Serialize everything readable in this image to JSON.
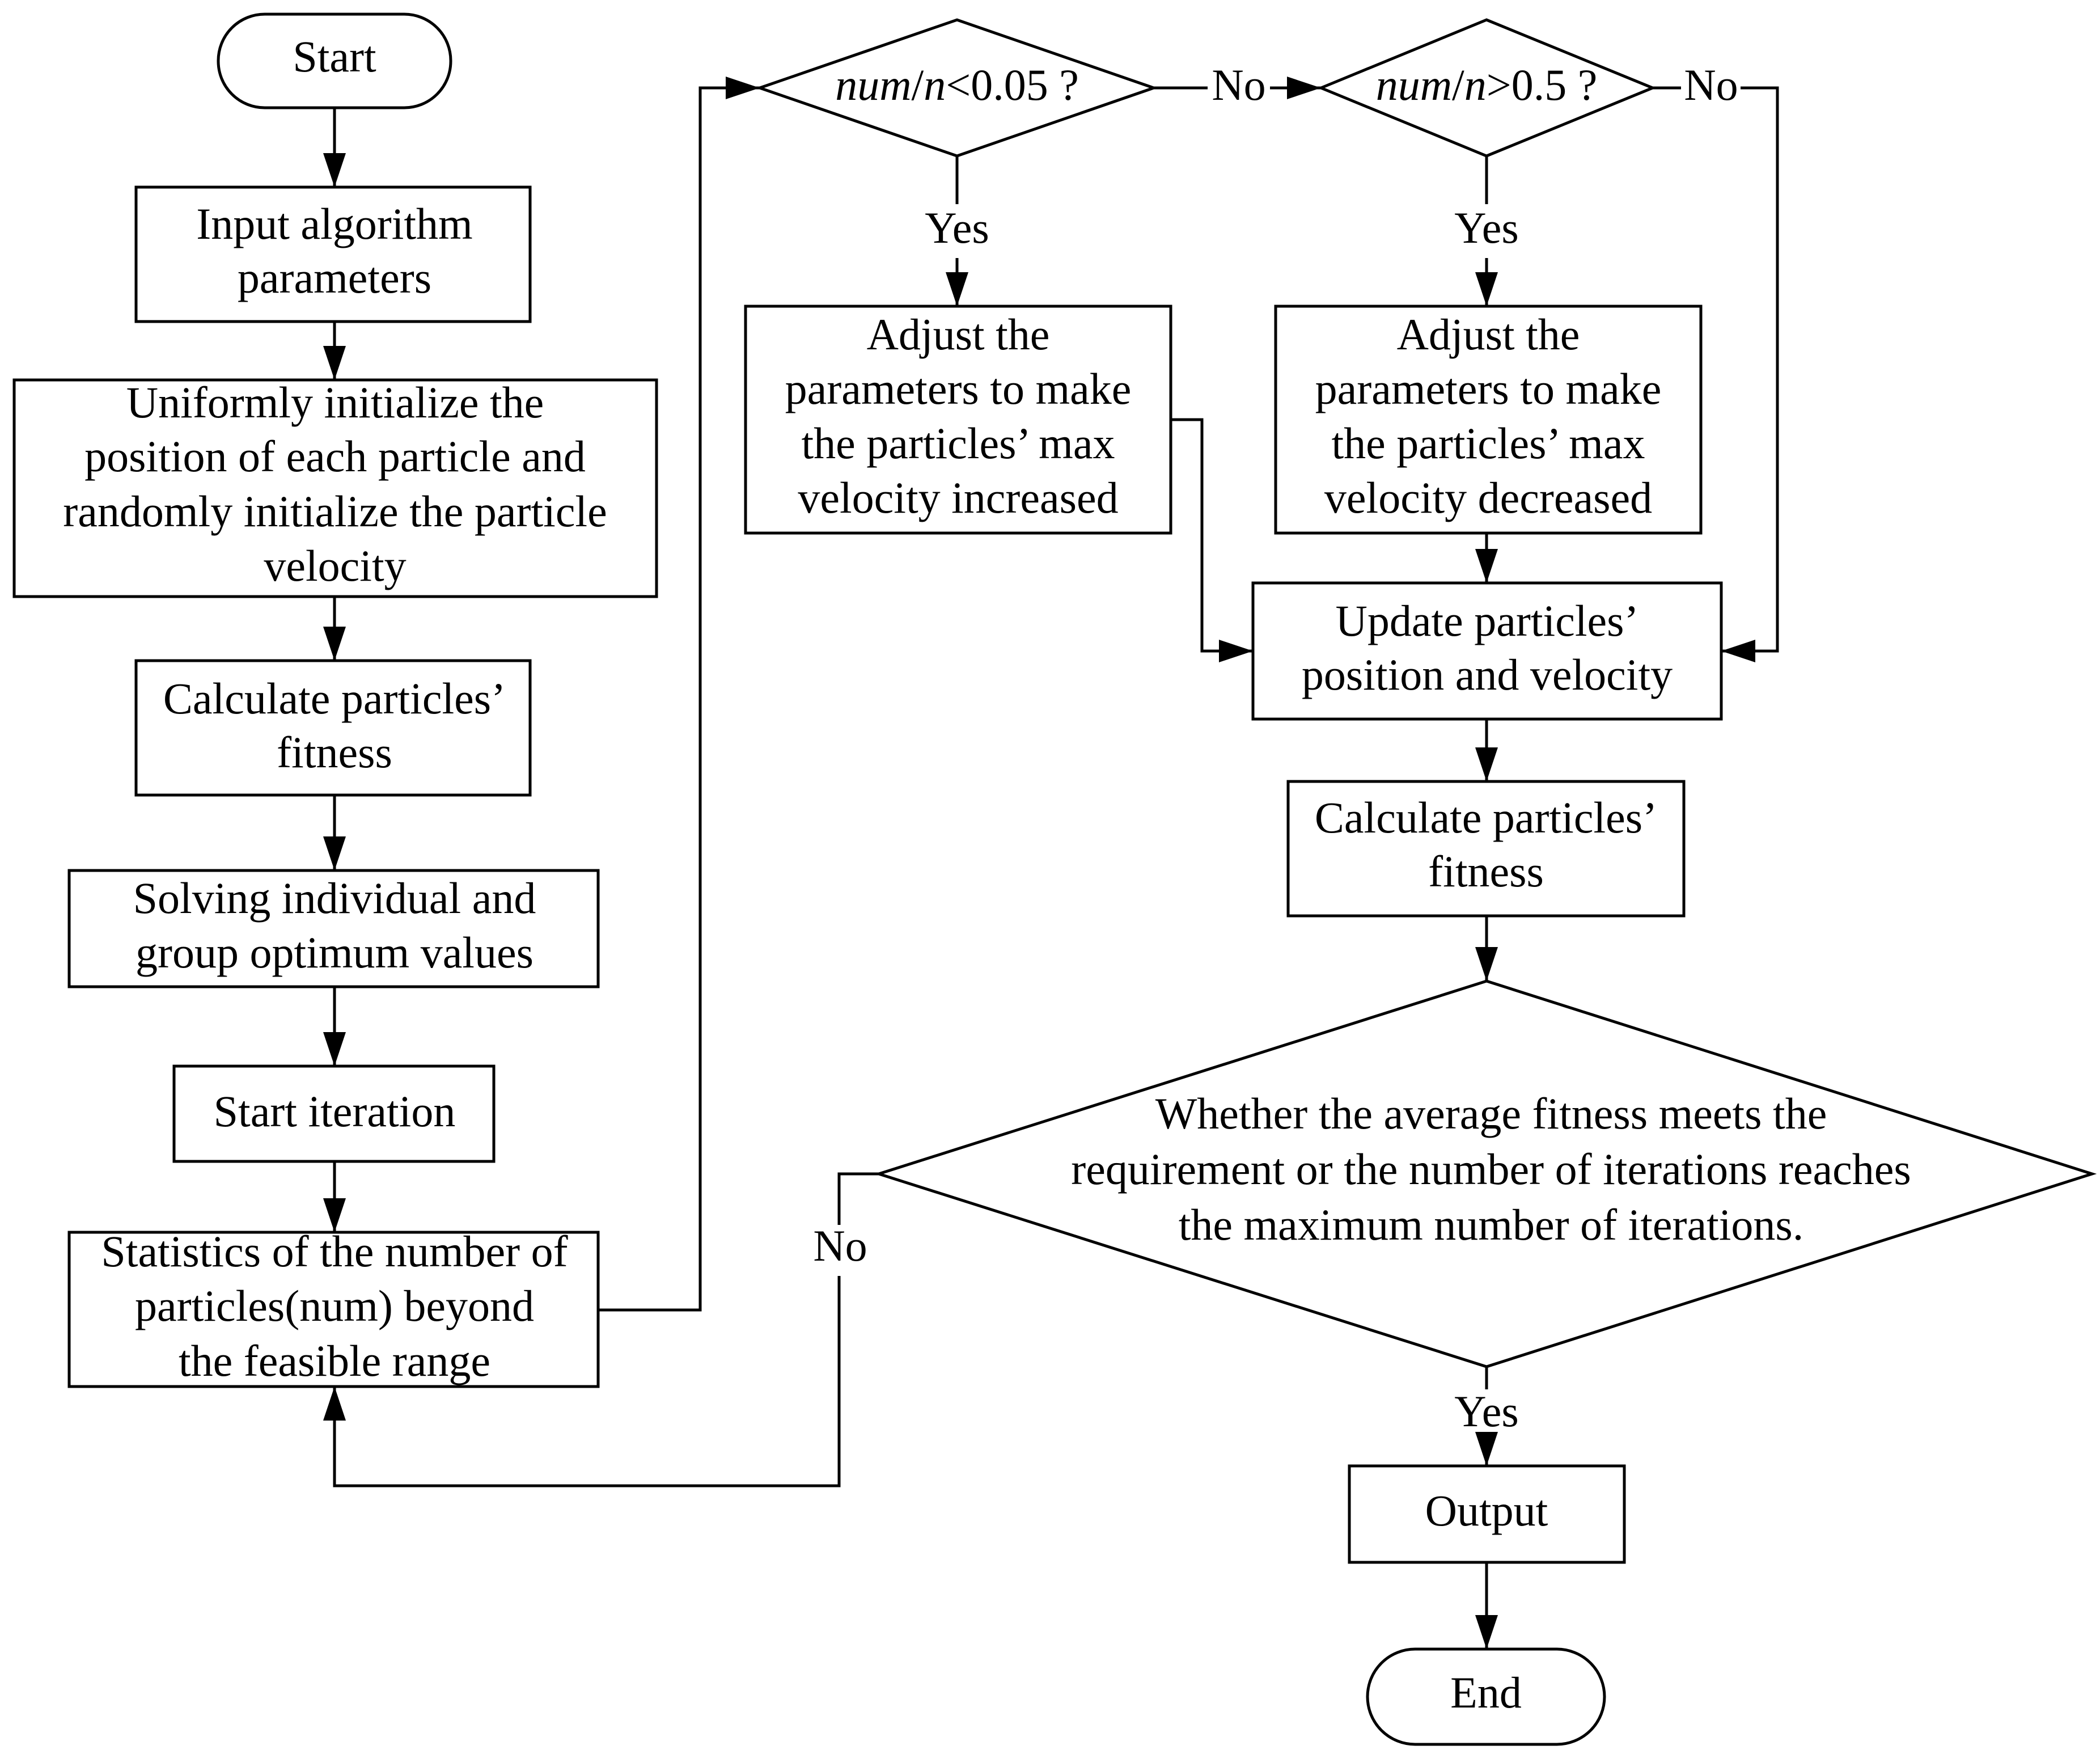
{
  "flowchart": {
    "start": "Start",
    "input_params": [
      "Input algorithm",
      "parameters"
    ],
    "init": [
      "Uniformly initialize the",
      "position of each particle and",
      "randomly initialize the particle",
      "velocity"
    ],
    "calc_fitness_1": [
      "Calculate particles’",
      "fitness"
    ],
    "solve_optimum": [
      "Solving individual and",
      "group optimum values"
    ],
    "start_iteration": "Start iteration",
    "statistics": [
      "Statistics of the number of",
      "particles(num) beyond",
      "the feasible range"
    ],
    "decision_low": {
      "var": "num",
      "slash": "/",
      "n": "n",
      "rest": "<0.05 ?"
    },
    "decision_high": {
      "var": "num",
      "slash": "/",
      "n": "n",
      "rest": ">0.5 ?"
    },
    "adjust_increase": [
      "Adjust the",
      "parameters to make",
      "the particles’ max",
      "velocity increased"
    ],
    "adjust_decrease": [
      "Adjust the",
      "parameters to make",
      "the particles’ max",
      "velocity decreased"
    ],
    "update": [
      "Update particles’",
      "position and velocity"
    ],
    "calc_fitness_2": [
      "Calculate particles’",
      "fitness"
    ],
    "termination": [
      "Whether the average fitness meets the",
      "requirement or the number of iterations reaches",
      "the maximum number of iterations."
    ],
    "output": "Output",
    "end": "End",
    "yes": "Yes",
    "no": "No"
  }
}
